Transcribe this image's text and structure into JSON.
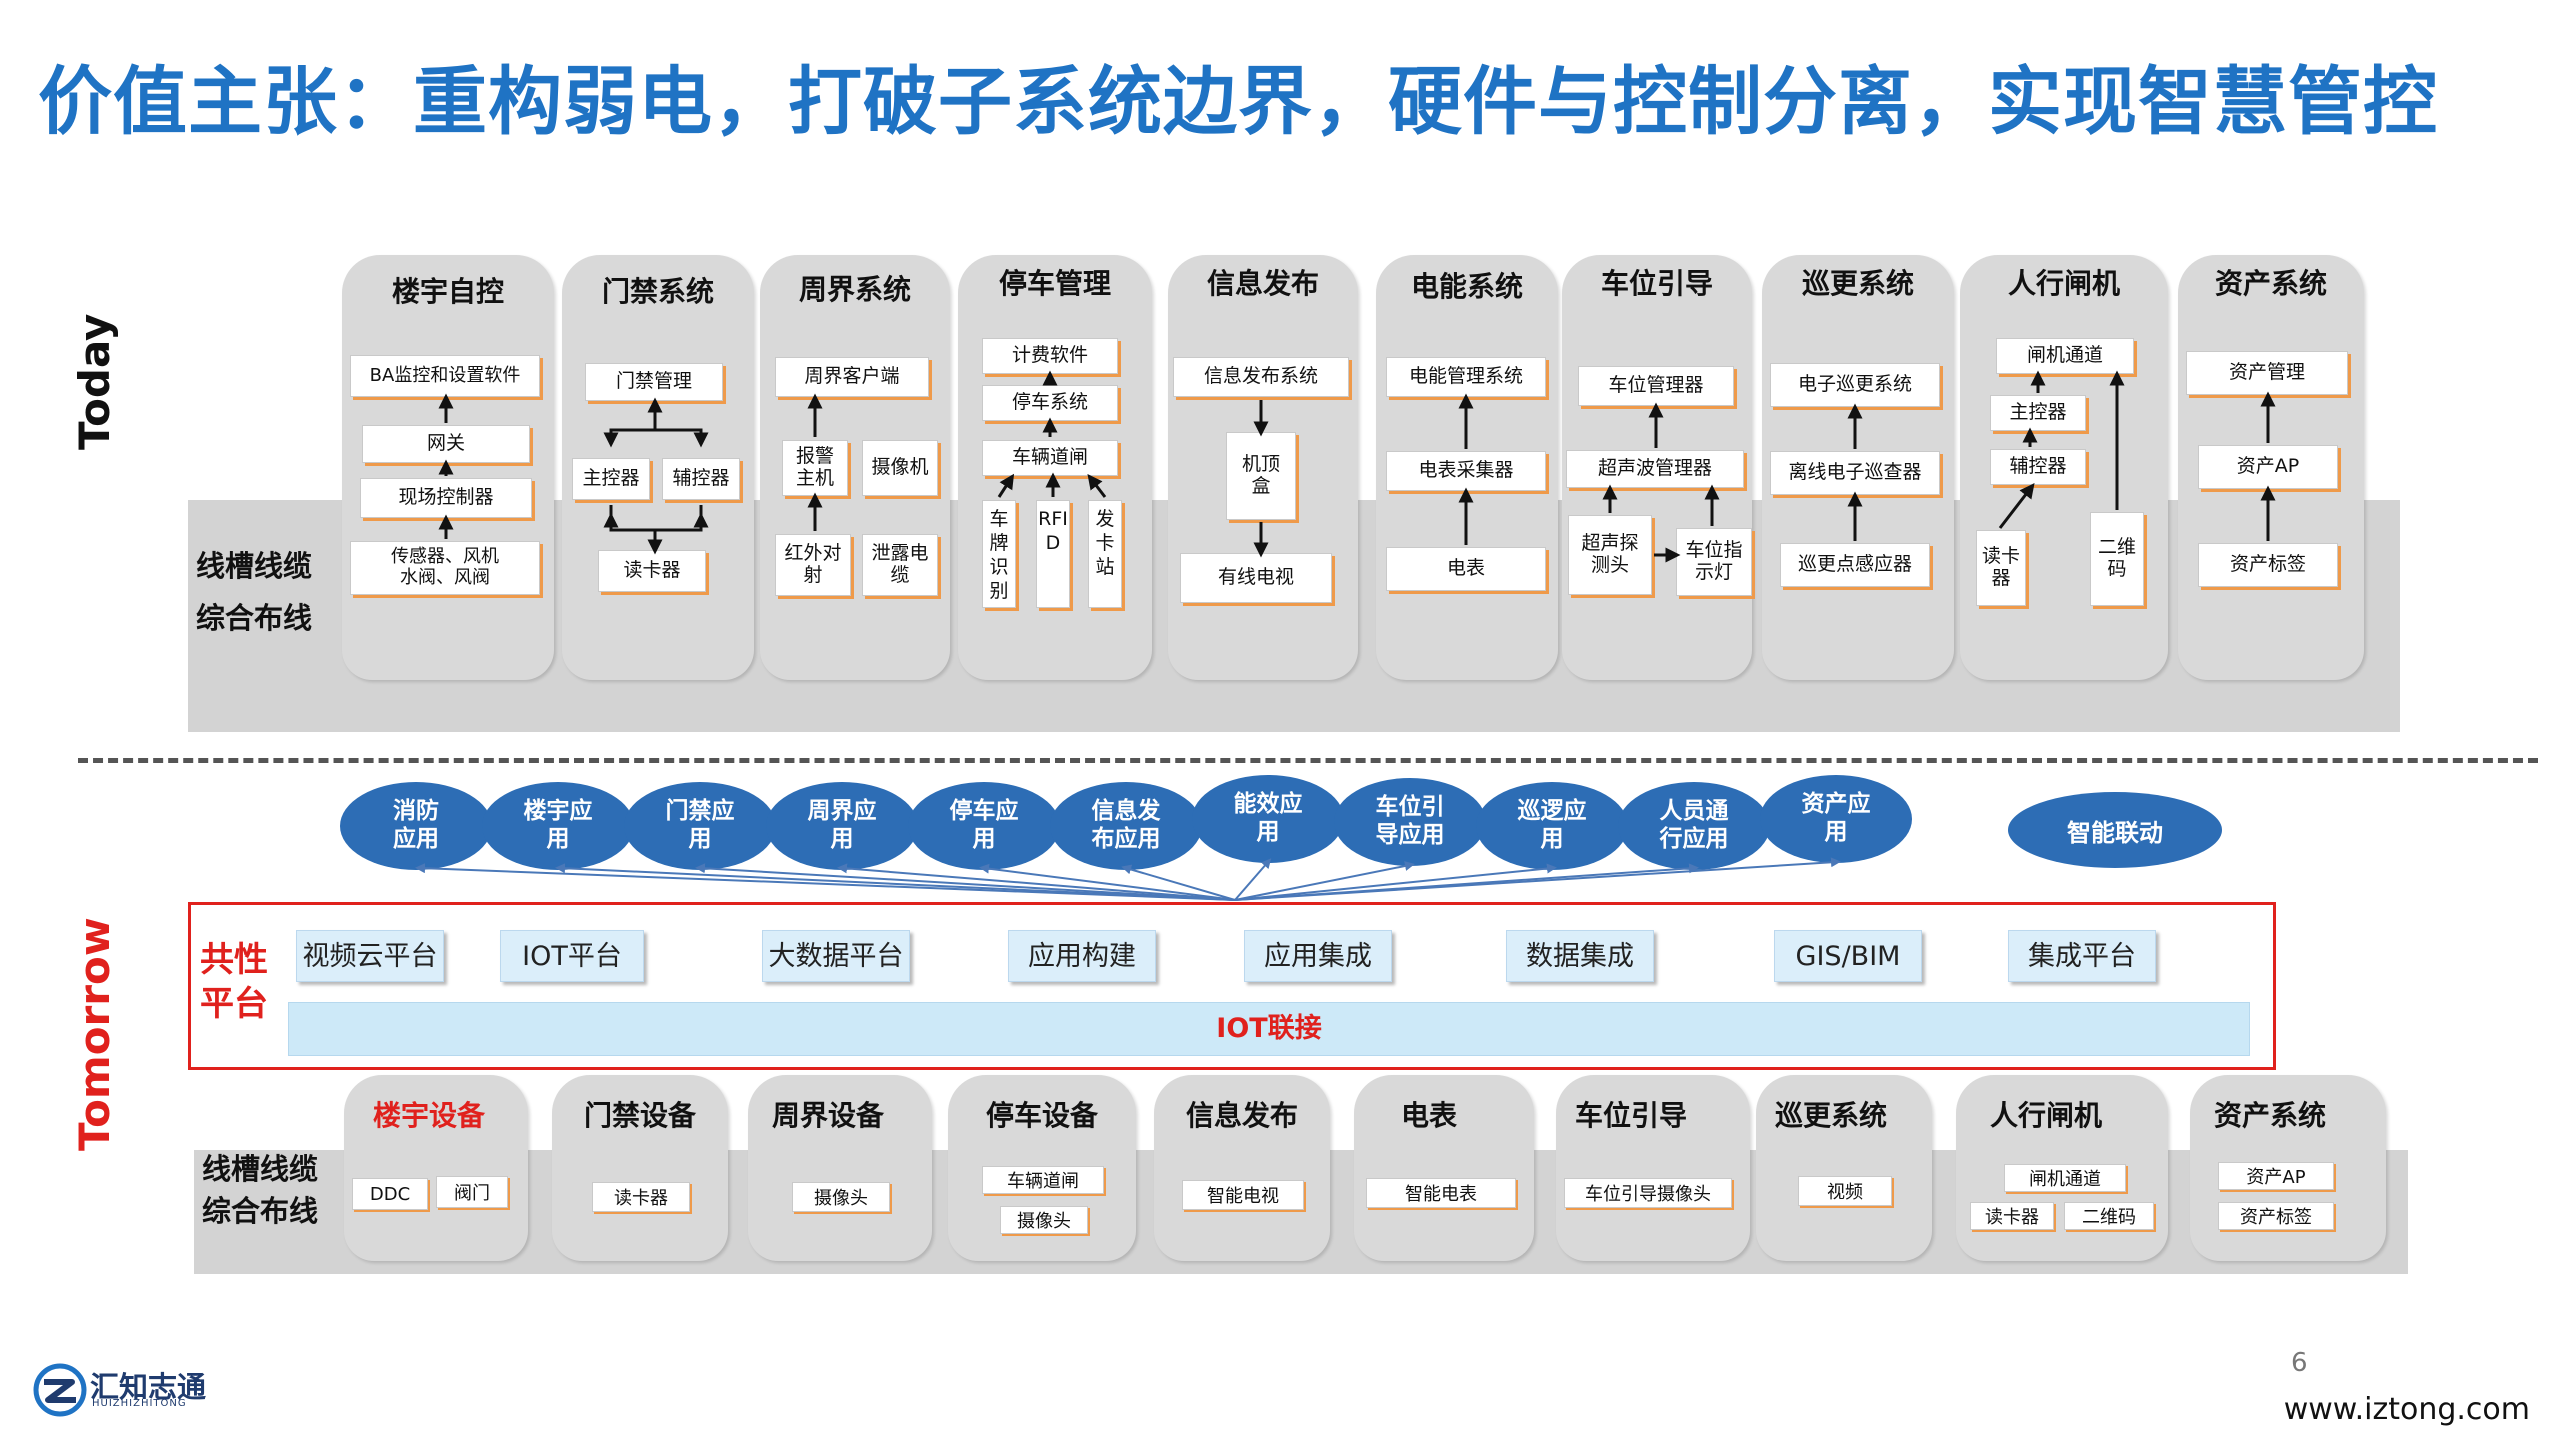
{
  "title": "价值主张：重构弱电，打破子系统边界，硬件与控制分离，实现智慧管控",
  "today": {
    "label": "Today",
    "cabling": "线槽线缆\n综合布线",
    "columns": [
      {
        "title": "楼宇自控",
        "boxes": [
          "BA监控和设置软件",
          "网关",
          "现场控制器",
          "传感器、风机\n水阀、风阀"
        ]
      },
      {
        "title": "门禁系统",
        "boxes": [
          "门禁管理",
          "主控器",
          "辅控器",
          "读卡器"
        ]
      },
      {
        "title": "周界系统",
        "boxes": [
          "周界客户端",
          "报警\n主机",
          "摄像机",
          "红外对\n射",
          "泄露电\n缆"
        ]
      },
      {
        "title": "停车管理",
        "boxes": [
          "计费软件",
          "停车系统",
          "车辆道闸",
          "车牌识别",
          "RFID",
          "发卡站"
        ]
      },
      {
        "title": "信息发布",
        "boxes": [
          "信息发布系统",
          "机顶\n盒",
          "有线电视"
        ]
      },
      {
        "title": "电能系统",
        "boxes": [
          "电能管理系统",
          "电表采集器",
          "电表"
        ]
      },
      {
        "title": "车位引导",
        "boxes": [
          "车位管理器",
          "超声波管理器",
          "超声探\n测头",
          "车位指\n示灯"
        ]
      },
      {
        "title": "巡更系统",
        "boxes": [
          "电子巡更系统",
          "离线电子巡查器",
          "巡更点感应器"
        ]
      },
      {
        "title": "人行闸机",
        "boxes": [
          "闸机通道",
          "主控器",
          "辅控器",
          "读卡\n器",
          "二维\n码"
        ]
      },
      {
        "title": "资产系统",
        "boxes": [
          "资产管理",
          "资产AP",
          "资产标签"
        ]
      }
    ]
  },
  "tomorrow": {
    "label": "Tomorrow",
    "apps": [
      "消防\n应用",
      "楼宇应\n用",
      "门禁应\n用",
      "周界应\n用",
      "停车应\n用",
      "信息发\n布应用",
      "能效应\n用",
      "车位引\n导应用",
      "巡逻应\n用",
      "人员通\n行应用",
      "资产应\n用"
    ],
    "linkage": "智能联动",
    "platform": {
      "title": "共性\n平台",
      "items": [
        "视频云平台",
        "IOT平台",
        "大数据平台",
        "应用构建",
        "应用集成",
        "数据集成",
        "GIS/BIM",
        "集成平台"
      ],
      "iot": "IOT联接"
    },
    "cabling": "线槽线缆\n综合布线",
    "devices": [
      {
        "title": "楼宇设备",
        "boxes": [
          "DDC",
          "阀门"
        ]
      },
      {
        "title": "门禁设备",
        "boxes": [
          "读卡器"
        ]
      },
      {
        "title": "周界设备",
        "boxes": [
          "摄像头"
        ]
      },
      {
        "title": "停车设备",
        "boxes": [
          "车辆道闸",
          "摄像头"
        ]
      },
      {
        "title": "信息发布",
        "boxes": [
          "智能电视"
        ]
      },
      {
        "title": "电表",
        "boxes": [
          "智能电表"
        ]
      },
      {
        "title": "车位引导",
        "boxes": [
          "车位引导摄像头"
        ]
      },
      {
        "title": "巡更系统",
        "boxes": [
          "视频"
        ]
      },
      {
        "title": "人行闸机",
        "boxes": [
          "闸机通道",
          "读卡器",
          "二维码"
        ]
      },
      {
        "title": "资产系统",
        "boxes": [
          "资产AP",
          "资产标签"
        ]
      }
    ]
  },
  "footer": {
    "logo": "汇知志通",
    "logo_sub": "HUIZHIZHITONG",
    "page": "6",
    "url": "www.iztong.com"
  },
  "colors": {
    "title_blue": "#1f73c4",
    "accent_red": "#e0211d",
    "app_blue": "#2d6db5",
    "box_shadow_orange": "#ef9a4a",
    "platform_fill": "#dbeefa"
  }
}
